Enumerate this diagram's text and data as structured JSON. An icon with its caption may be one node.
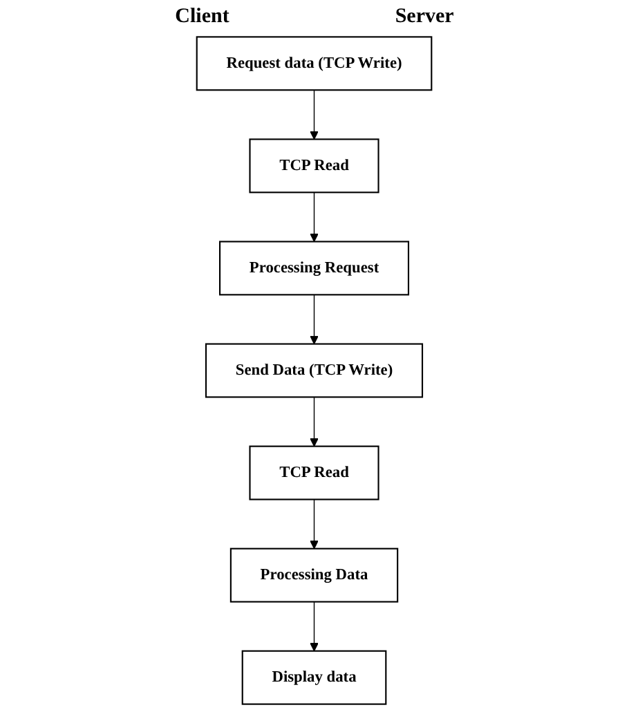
{
  "diagram": {
    "nodes": [
      {
        "text": [
          "Request data (TCP Write)"
        ]
      },
      {
        "text": [
          "TCP Read"
        ]
      },
      {
        "text": [
          "Processing Request"
        ]
      },
      {
        "text": [
          "Send Data (TCP Write)"
        ]
      },
      {
        "text": [
          "TCP Read"
        ]
      },
      {
        "text": [
          "Processing Data"
        ]
      },
      {
        "text": [
          "Display data"
        ]
      }
    ],
    "edges": [
      {
        "from": 0,
        "to": 1,
        "arrow": "to"
      },
      {
        "from": 1,
        "to": 2,
        "arrow": "to"
      },
      {
        "from": 2,
        "to": 3,
        "arrow": "to"
      },
      {
        "from": 3,
        "to": 4,
        "arrow": "to"
      },
      {
        "from": 4,
        "to": 5,
        "arrow": "to"
      },
      {
        "from": 5,
        "to": 6,
        "arrow": "to"
      }
    ],
    "labels": [
      "Client",
      "Server"
    ]
  }
}
